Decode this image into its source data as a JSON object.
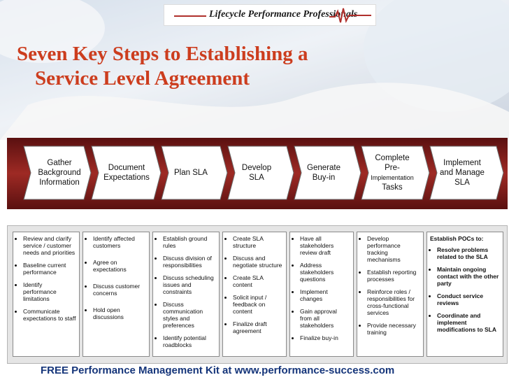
{
  "logo": {
    "text": "Lifecycle Performance Professionals"
  },
  "title": {
    "line1": "Seven Key Steps to Establishing a",
    "line2": "Service Level Agreement"
  },
  "steps": [
    {
      "lines": [
        "Gather",
        "Background",
        "Information"
      ]
    },
    {
      "lines": [
        "Document",
        "Expectations"
      ]
    },
    {
      "lines": [
        "Plan SLA"
      ]
    },
    {
      "lines": [
        "Develop",
        "SLA"
      ]
    },
    {
      "lines": [
        "Generate",
        "Buy-in"
      ]
    },
    {
      "lines": [
        "Complete",
        "Pre-",
        "Implementation",
        "Tasks"
      ]
    },
    {
      "lines": [
        "Implement",
        "and Manage",
        "SLA"
      ]
    }
  ],
  "details": [
    {
      "heading": "",
      "items": [
        "Review and clarify service / customer needs and priorities",
        "Baseline current performance",
        "Identify performance limitations",
        "Communicate expectations to staff"
      ]
    },
    {
      "heading": "",
      "items": [
        "Identify affected customers",
        "Agree on expectations",
        "Discuss customer concerns",
        "Hold open discussions"
      ]
    },
    {
      "heading": "",
      "items": [
        "Establish ground rules",
        "Discuss division of responsibilities",
        "Discuss scheduling issues and constraints",
        "Discuss communication styles and preferences",
        "Identify potential roadblocks"
      ]
    },
    {
      "heading": "",
      "items": [
        "Create SLA structure",
        "Discuss and negotiate structure",
        "Create SLA content",
        "Solicit input / feedback on content",
        "Finalize draft agreement"
      ]
    },
    {
      "heading": "",
      "items": [
        "Have all stakeholders review draft",
        "Address stakeholders questions",
        "Implement changes",
        "Gain approval from all stakeholders",
        "Finalize buy-in"
      ]
    },
    {
      "heading": "",
      "items": [
        "Develop performance tracking mechanisms",
        "Establish reporting processes",
        "Reinforce roles / responsibilities for cross-functional services",
        "Provide necessary training"
      ]
    },
    {
      "heading": "Establish POCs to:",
      "items": [
        "Resolve problems related to the SLA",
        "Maintain ongoing contact with the other party",
        "Conduct service reviews",
        "Coordinate and implement modifications to SLA"
      ]
    }
  ],
  "footer": {
    "text": "FREE Performance Management Kit at www.performance-success.com"
  },
  "colors": {
    "title": "#cc3d1e",
    "footer": "#15357a",
    "chevron_band": "#8a1e1e",
    "arrow_fill": "#ffffff"
  }
}
